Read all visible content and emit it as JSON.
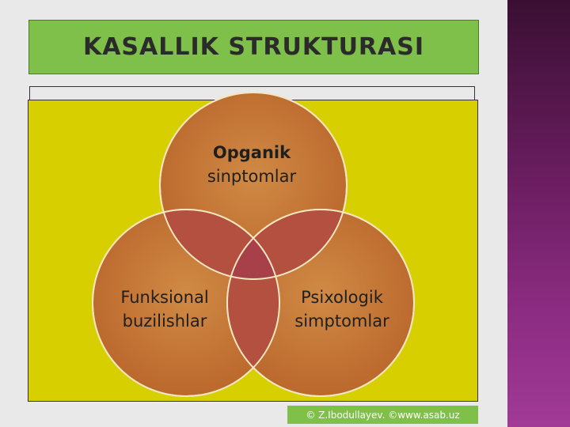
{
  "slide": {
    "title": "KASALLIK STRUKTURASI",
    "footer": "© Z.Ibodullayev. ©www.asab.uz"
  },
  "diagram": {
    "circles": [
      {
        "line1": "Opganik",
        "line2": "sinptomlar"
      },
      {
        "line1": "Funksional",
        "line2": "buzilishlar"
      },
      {
        "line1": "Psixologik",
        "line2": "simptomlar"
      }
    ]
  },
  "colors": {
    "accent_green": "#7fc04a",
    "panel_yellow": "#d8cf00",
    "circle_fill": "#c97a3a",
    "overlap_fill": "#b84a4a",
    "side_band": "#6e1f63"
  }
}
